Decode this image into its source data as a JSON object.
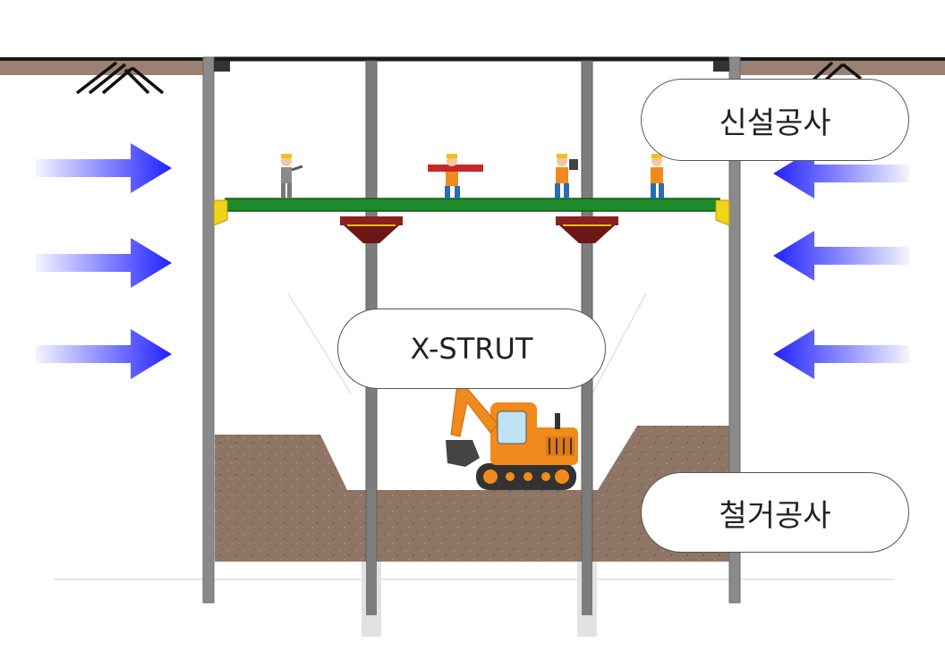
{
  "labels": {
    "new_construction": "신설공사",
    "x_strut": "X-STRUT",
    "demolition": "철거공사"
  },
  "colors": {
    "ground_line": "#1a1a1a",
    "soil": "#8f7565",
    "pile": "#8a8a8a",
    "beam": "#1f8a2a",
    "bracket": "#8c1f1f",
    "arrow": "#2a2aff",
    "excavator": "#f08a1c"
  },
  "icons": {
    "earth_pressure_arrow": "arrow-icon",
    "ground_hatch": "ground-hatch-icon",
    "worker": "worker-icon",
    "excavator": "excavator-icon"
  }
}
